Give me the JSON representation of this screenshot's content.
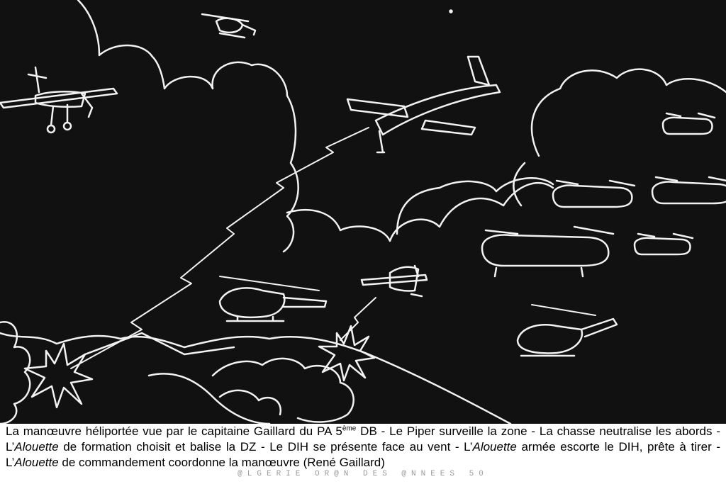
{
  "caption": {
    "p1": "La manœuvre héliportée vue par le capitaine Gaillard du PA 5",
    "sup": "ème",
    "p2": " DB - Le Piper surveille la zone - La chasse neutralise les abords - L’",
    "alouette1": "Alouette",
    "p3": " de formation choisit et balise la DZ - Le DIH se présente face au vent - L’",
    "alouette2": "Alouette",
    "p4": " armée escorte le DIH, prête à tirer - L’",
    "alouette3": "Alouette",
    "p5": " de commandement coordonne la manœuvre (René Gaillard)"
  },
  "watermark": "@LGERIE OR@N DES @NNEES 50",
  "colors": {
    "sky": "#111111",
    "chalk": "#f2f2f2",
    "caption_text": "#000000"
  }
}
